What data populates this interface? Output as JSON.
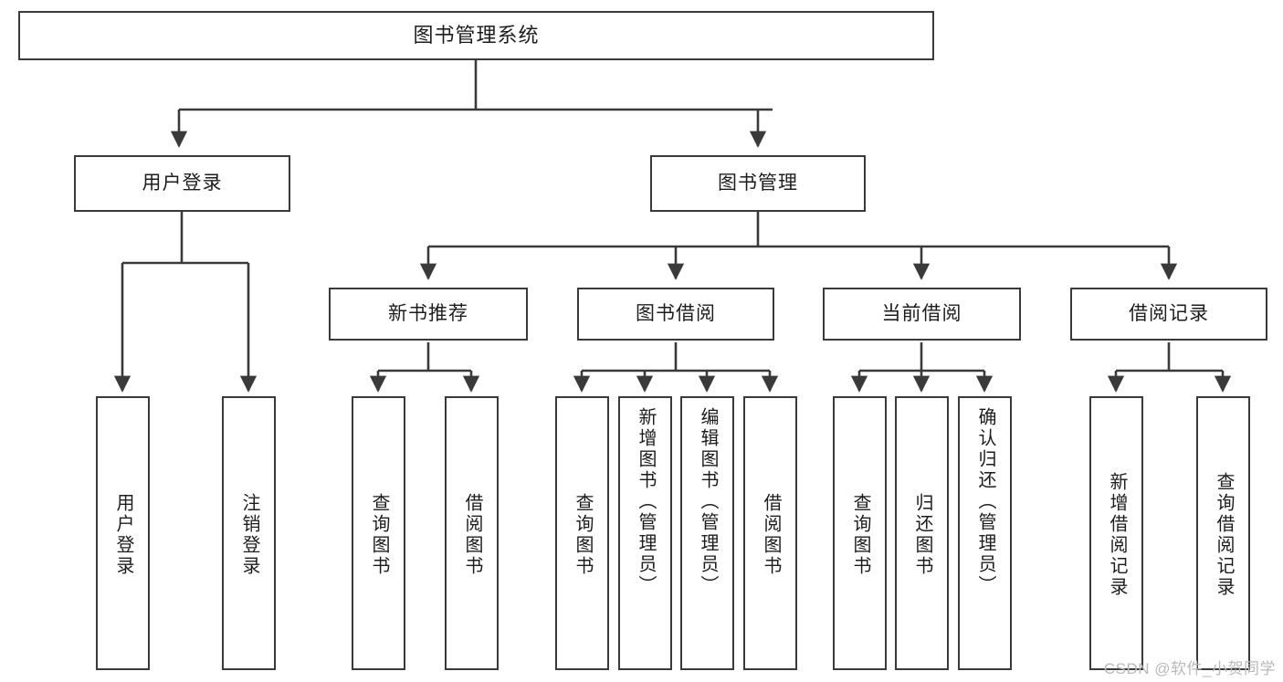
{
  "diagram": {
    "title": "图书管理系统",
    "type": "tree",
    "watermark": "CSDN @软件_小贺同学",
    "colors": {
      "border": "#3a3a3a",
      "background": "#ffffff",
      "text": "#1d1d1d",
      "watermark": "#b9b9b9"
    },
    "root": {
      "label": "图书管理系统"
    },
    "level2": [
      {
        "label": "用户登录"
      },
      {
        "label": "图书管理"
      }
    ],
    "level3": [
      {
        "label": "新书推荐"
      },
      {
        "label": "图书借阅"
      },
      {
        "label": "当前借阅"
      },
      {
        "label": "借阅记录"
      }
    ],
    "leaves": {
      "user_login": [
        {
          "label": "用户登录"
        },
        {
          "label": "注销登录"
        }
      ],
      "new_book": [
        {
          "label": "查询图书"
        },
        {
          "label": "借阅图书"
        }
      ],
      "book_borrow": [
        {
          "label": "查询图书"
        },
        {
          "label": "新增图书（管理员）"
        },
        {
          "label": "编辑图书（管理员）"
        },
        {
          "label": "借阅图书"
        }
      ],
      "current_borrow": [
        {
          "label": "查询图书"
        },
        {
          "label": "归还图书"
        },
        {
          "label": "确认归还（管理员）"
        }
      ],
      "borrow_record": [
        {
          "label": "新增借阅记录"
        },
        {
          "label": "查询借阅记录"
        }
      ]
    }
  }
}
